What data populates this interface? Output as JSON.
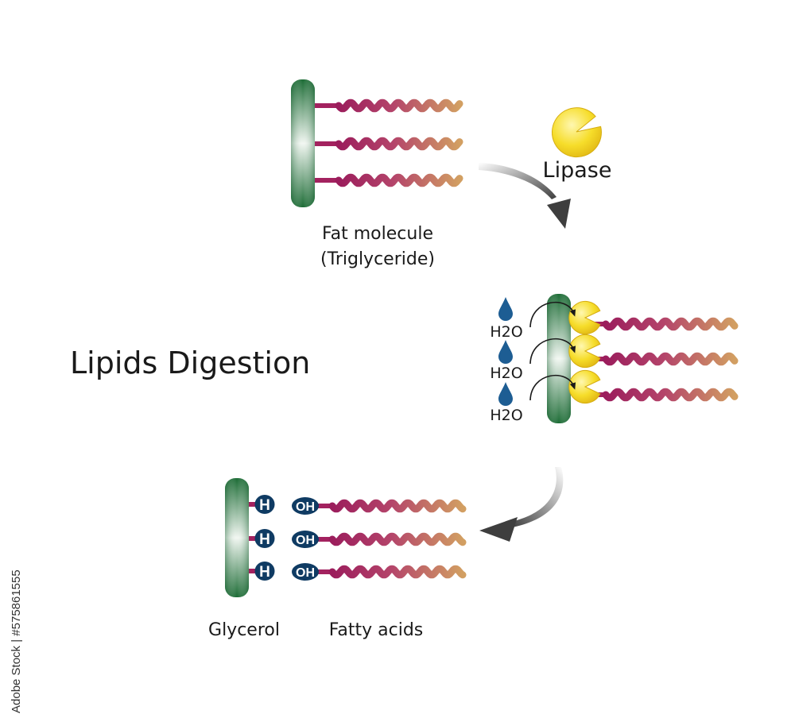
{
  "title": "Lipids Digestion",
  "fat_molecule": {
    "label_line1": "Fat molecule",
    "label_line2": "(Triglyceride)"
  },
  "enzyme": {
    "label": "Lipase"
  },
  "water": {
    "label": "H2O"
  },
  "products": {
    "glycerol_label": "Glycerol",
    "fatty_acids_label": "Fatty acids",
    "hydrogen_symbol": "H",
    "hydroxyl_symbol": "OH"
  },
  "watermark": {
    "text": "Adobe Stock | #575861555"
  },
  "colors": {
    "glycerol_green": "#1b6b34",
    "fatty_acid_magenta": "#a3225f",
    "fatty_acid_tan": "#c9905e",
    "lipase_yellow": "#f5dc2b",
    "water_blue": "#1d5d93",
    "ion_navy": "#0f3b63"
  }
}
